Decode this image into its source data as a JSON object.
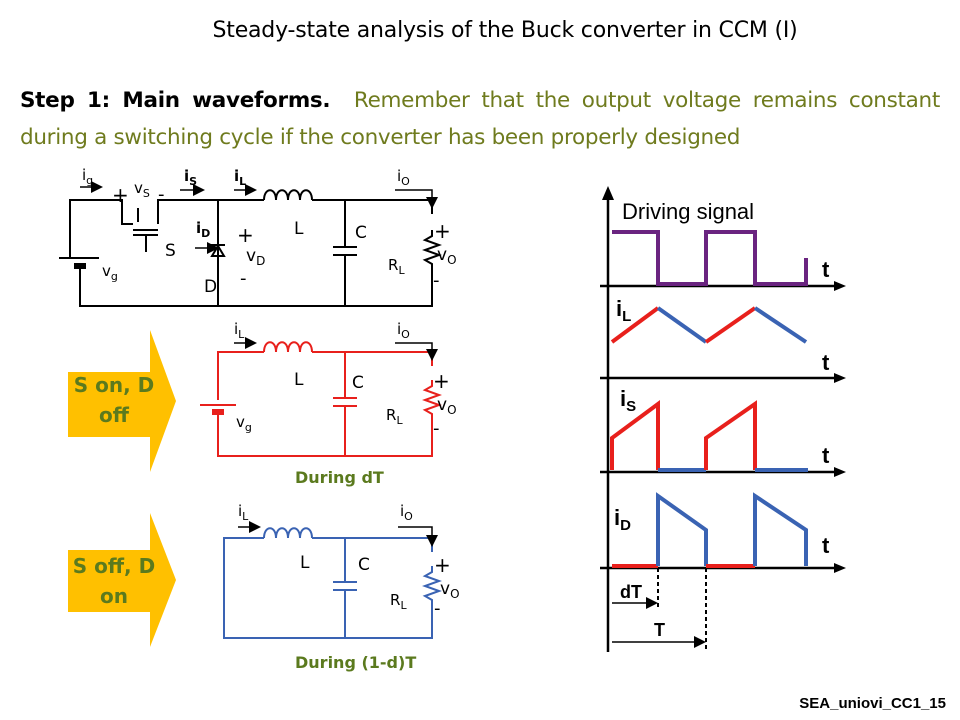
{
  "title": "Steady-state analysis of the Buck converter in CCM (I)",
  "intro": {
    "step": "Step 1: Main waveforms.",
    "note": "Remember that the output voltage remains constant during a switching cycle if the converter has been properly designed"
  },
  "circuit_main": {
    "ig": "i",
    "ig_sub": "g",
    "vS": "v",
    "vS_sub": "S",
    "iS": "i",
    "iS_sub": "S",
    "iL": "i",
    "iL_sub": "L",
    "iO": "i",
    "iO_sub": "O",
    "iD": "i",
    "iD_sub": "D",
    "vD": "v",
    "vD_sub": "D",
    "vg": "v",
    "vg_sub": "g",
    "vO": "v",
    "vO_sub": "O",
    "RL": "R",
    "RL_sub": "L",
    "S": "S",
    "D": "D",
    "L": "L",
    "C": "C",
    "plus": "+",
    "minus": "-"
  },
  "circuit_on": {
    "arrow_label": "S on, D off",
    "caption": "During dT",
    "iL": "i",
    "iL_sub": "L",
    "iO": "i",
    "iO_sub": "O",
    "vg": "v",
    "vg_sub": "g",
    "vO": "v",
    "vO_sub": "O",
    "RL": "R",
    "RL_sub": "L",
    "L": "L",
    "C": "C",
    "plus": "+",
    "minus": "-"
  },
  "circuit_off": {
    "arrow_label": "S off, D on",
    "caption": "During (1-d)T",
    "iL": "i",
    "iL_sub": "L",
    "iO": "i",
    "iO_sub": "O",
    "vO": "v",
    "vO_sub": "O",
    "RL": "R",
    "RL_sub": "L",
    "L": "L",
    "C": "C",
    "plus": "+",
    "minus": "-"
  },
  "waveforms": {
    "driving": "Driving signal",
    "t": "t",
    "iL": "i",
    "iL_sub": "L",
    "iS": "i",
    "iS_sub": "S",
    "iD": "i",
    "iD_sub": "D",
    "dT": "dT",
    "T": "T"
  },
  "colors": {
    "red": "#e8201c",
    "blue": "#3a63b3",
    "purple": "#6a2480",
    "arrow_fill": "#ffc000",
    "arrow_text": "#5b7a1e",
    "caption": "#5b7a1e",
    "note": "#6f7b1e"
  },
  "footer": "SEA_uniovi_CC1_15"
}
